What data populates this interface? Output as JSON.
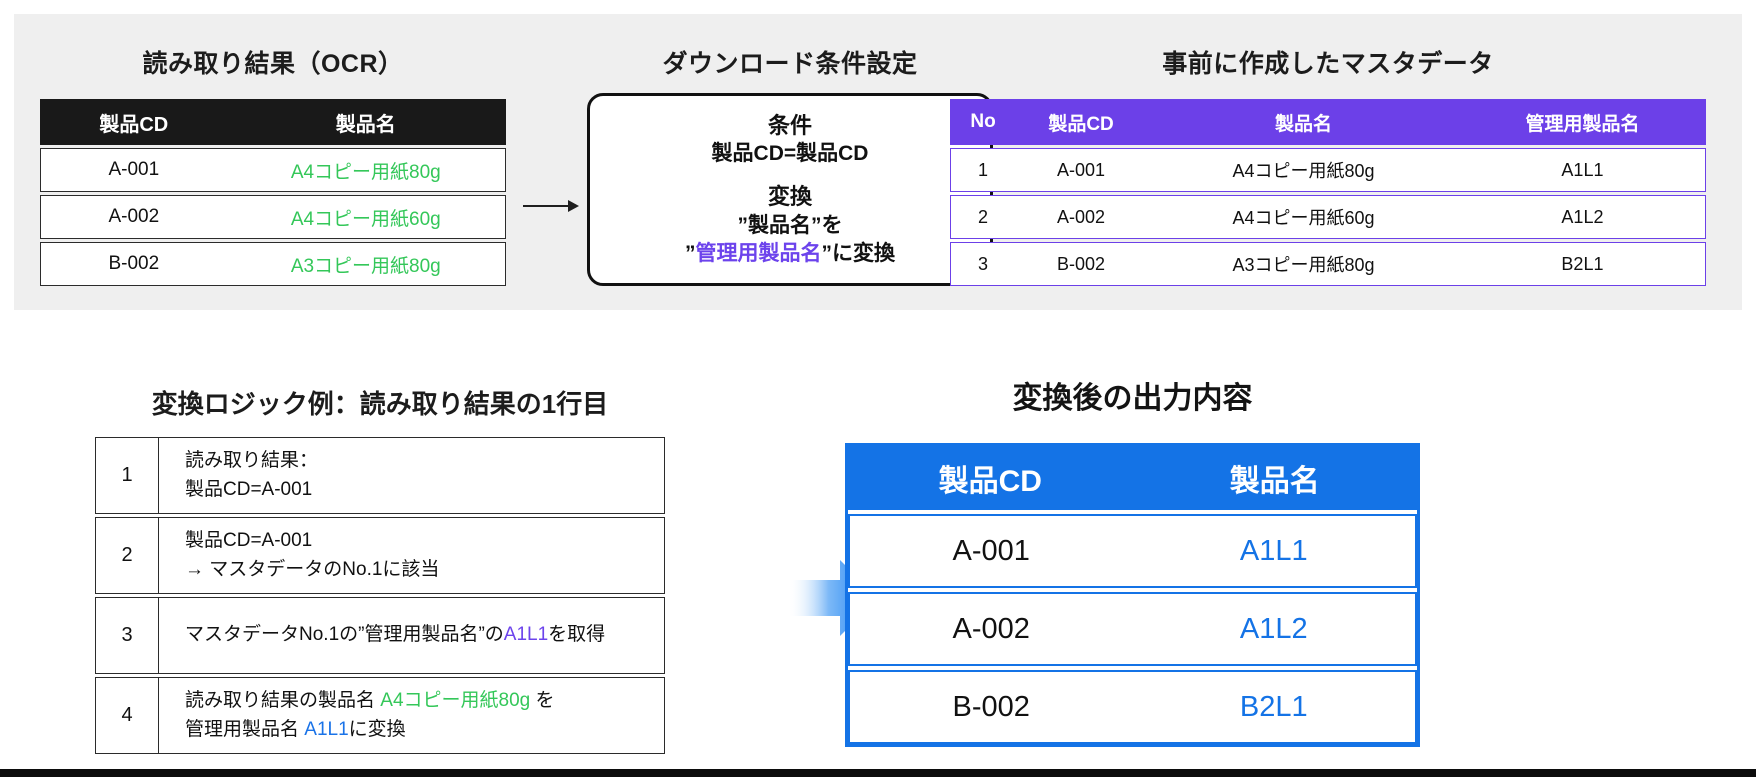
{
  "colors": {
    "band_background": "#efefef",
    "ocr_header_black": "#191919",
    "master_purple": "#6c40e8",
    "accent_purple_text": "#6c43ec",
    "accent_green_text": "#34c759",
    "output_blue": "#1473e6",
    "accent_blue_text": "#1a73e8"
  },
  "top": {
    "ocr": {
      "title": "読み取り結果（OCR）",
      "headers": [
        "製品CD",
        "製品名"
      ],
      "rows": [
        [
          "A-001",
          "A4コピー用紙80g"
        ],
        [
          "A-002",
          "A4コピー用紙60g"
        ],
        [
          "B-002",
          "A3コピー用紙80g"
        ]
      ]
    },
    "condition_box": {
      "title": "ダウンロード条件設定",
      "condition_label": "条件",
      "condition_value": "製品CD=製品CD",
      "convert_label": "変換",
      "convert_line1": "”製品名”を",
      "convert_quote_open": "”",
      "convert_target": "管理用製品名",
      "convert_suffix": "”に変換"
    },
    "master": {
      "title": "事前に作成したマスタデータ",
      "headers": [
        "No",
        "製品CD",
        "製品名",
        "管理用製品名"
      ],
      "rows": [
        [
          "1",
          "A-001",
          "A4コピー用紙80g",
          "A1L1"
        ],
        [
          "2",
          "A-002",
          "A4コピー用紙60g",
          "A1L2"
        ],
        [
          "3",
          "B-002",
          "A3コピー用紙80g",
          "B2L1"
        ]
      ]
    }
  },
  "bottom": {
    "logic": {
      "title": "変換ロジック例：読み取り結果の1行目",
      "rows": [
        {
          "num": "1",
          "line1": "読み取り結果：",
          "line2": "製品CD=A-001"
        },
        {
          "num": "2",
          "line1": "製品CD=A-001",
          "line2": "→ マスタデータのNo.1に該当"
        },
        {
          "num": "3",
          "seg1": "マスタデータNo.1の”管理用製品名”の",
          "seg2": "A1L1",
          "seg3": "を取得"
        },
        {
          "num": "4",
          "l1s1": "読み取り結果の製品名 ",
          "l1s2": "A4コピー用紙80g",
          "l1s3": " を",
          "l2s1": "管理用製品名 ",
          "l2s2": "A1L1",
          "l2s3": "に変換"
        }
      ]
    },
    "output": {
      "title": "変換後の出力内容",
      "headers": [
        "製品CD",
        "製品名"
      ],
      "rows": [
        [
          "A-001",
          "A1L1"
        ],
        [
          "A-002",
          "A1L2"
        ],
        [
          "B-002",
          "B2L1"
        ]
      ]
    }
  }
}
